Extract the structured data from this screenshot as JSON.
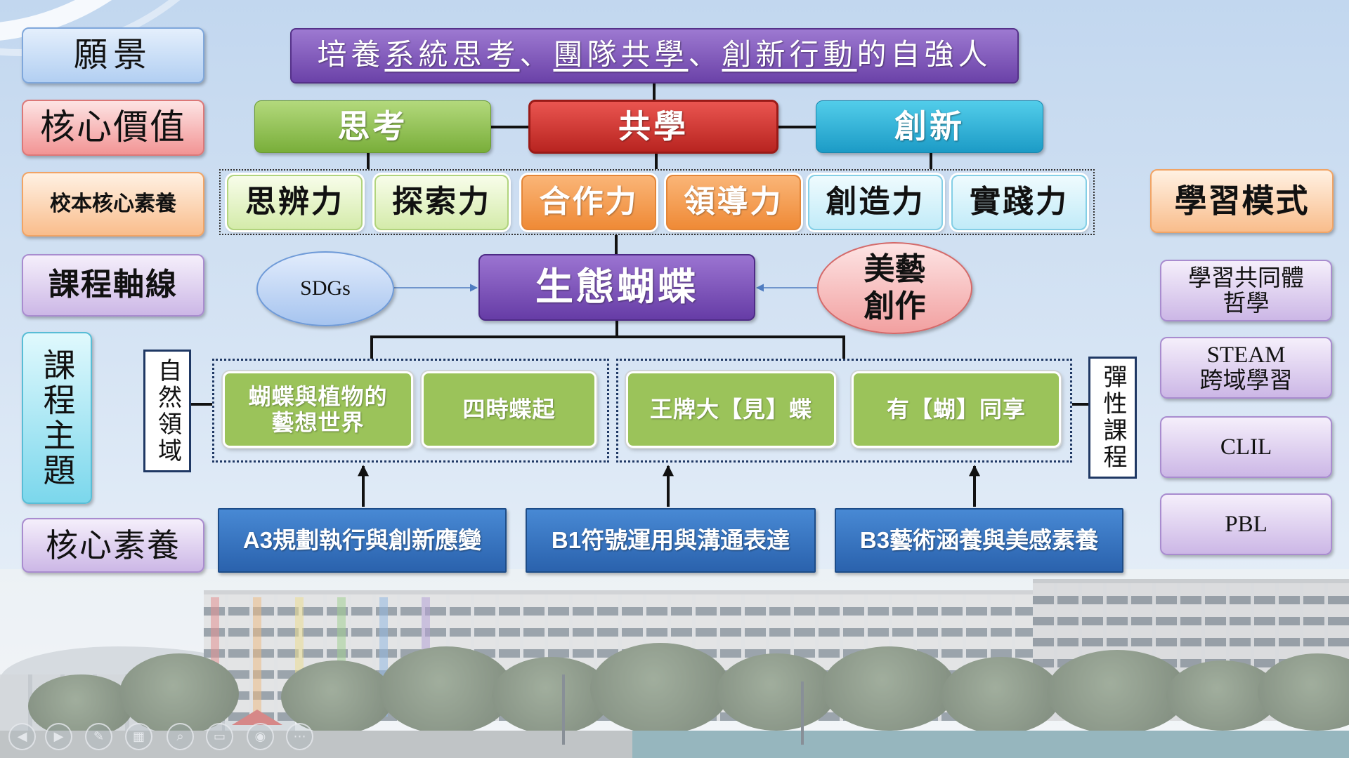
{
  "left_labels": {
    "vision": "願景",
    "core_values": "核心價值",
    "school_competencies": "校本核心素養",
    "curriculum_axis": "課程軸線",
    "curriculum_themes": "課程主題",
    "core_competencies": "核心素養"
  },
  "vision": {
    "parts": [
      "培養",
      "系統思考",
      "、",
      "團隊共學",
      "、",
      "創新行動",
      "的自強人"
    ]
  },
  "core_values": [
    "思考",
    "共學",
    "創新"
  ],
  "school_competencies": [
    "思辨力",
    "探索力",
    "合作力",
    "領導力",
    "創造力",
    "實踐力"
  ],
  "curriculum_axis": {
    "center": "生態蝴蝶",
    "left_input": "SDGs",
    "right_input": [
      "美藝",
      "創作"
    ]
  },
  "curriculum_themes": {
    "left_domain": "自然領域",
    "right_domain": "彈性課程",
    "items": [
      [
        "蝴蝶與植物的",
        "藝想世界"
      ],
      [
        "四時蝶起"
      ],
      [
        "王牌大【見】蝶"
      ],
      [
        "有【蝴】同享"
      ]
    ]
  },
  "core_competencies": [
    "A3規劃執行與創新應變",
    "B1符號運用與溝通表達",
    "B3藝術涵養與美感素養"
  ],
  "learning_modes": {
    "title": "學習模式",
    "items": [
      [
        "學習共同體",
        "哲學"
      ],
      [
        "STEAM",
        "跨域學習"
      ],
      [
        "CLIL"
      ],
      [
        "PBL"
      ]
    ]
  },
  "slideshow_controls": [
    "previous-slide-icon",
    "next-slide-icon",
    "pen-icon",
    "see-all-slides-icon",
    "zoom-icon",
    "screen-icon",
    "subtitles-icon",
    "more-options-icon"
  ],
  "colors": {
    "vision_purple": "#6b42a8",
    "value_green": "#79ae3a",
    "value_red": "#b82420",
    "value_teal": "#1c9bc6",
    "competency_orange": "#ef8a36",
    "theme_green": "#9bc35a",
    "competency_blue": "#2a62ad",
    "frame_navy": "#1f3864"
  }
}
